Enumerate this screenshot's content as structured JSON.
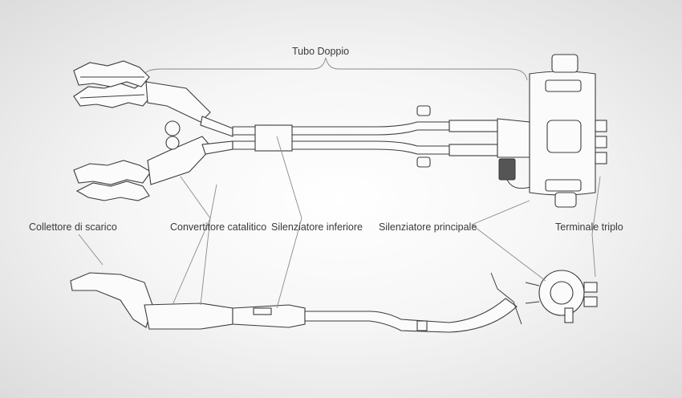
{
  "diagram": {
    "title_bracket": "Tubo Doppio",
    "labels": {
      "manifold": "Collettore di scarico",
      "catalytic": "Convertitore catalitico",
      "lower_muffler": "Silenziatore inferiore",
      "main_muffler": "Silenziatore principale",
      "tailpipe": "Terminale triplo"
    }
  }
}
